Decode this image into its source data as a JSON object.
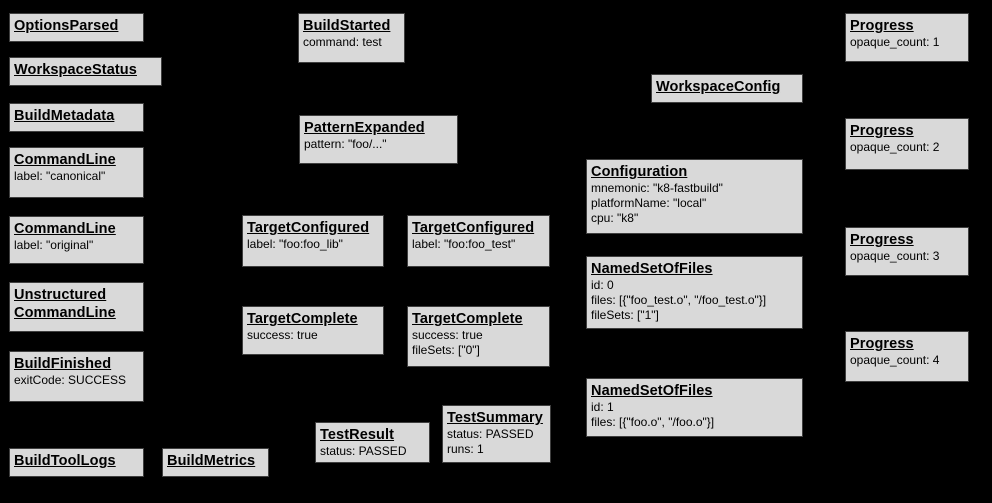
{
  "colors": {
    "background": "#000000",
    "box_fill": "#d9d9d9",
    "box_border": "#3f3f3f",
    "text": "#000000"
  },
  "nodes": [
    {
      "title": "OptionsParsed",
      "lines": []
    },
    {
      "title": "WorkspaceStatus",
      "lines": []
    },
    {
      "title": "BuildMetadata",
      "lines": []
    },
    {
      "title": "CommandLine",
      "lines": [
        "label: \"canonical\""
      ]
    },
    {
      "title": "CommandLine",
      "lines": [
        "label: \"original\""
      ]
    },
    {
      "title": "Unstructured\nCommandLine",
      "lines": []
    },
    {
      "title": "BuildFinished",
      "lines": [
        "exitCode: SUCCESS"
      ]
    },
    {
      "title": "BuildToolLogs",
      "lines": []
    },
    {
      "title": "BuildMetrics",
      "lines": []
    },
    {
      "title": "BuildStarted",
      "lines": [
        "command: test"
      ]
    },
    {
      "title": "PatternExpanded",
      "lines": [
        "pattern: \"foo/...\""
      ]
    },
    {
      "title": "TargetConfigured",
      "lines": [
        "label: \"foo:foo_lib\""
      ]
    },
    {
      "title": "TargetConfigured",
      "lines": [
        "label: \"foo:foo_test\""
      ]
    },
    {
      "title": "TargetComplete",
      "lines": [
        "success: true"
      ]
    },
    {
      "title": "TargetComplete",
      "lines": [
        "success: true",
        "fileSets: [\"0\"]"
      ]
    },
    {
      "title": "TestResult",
      "lines": [
        "status: PASSED"
      ]
    },
    {
      "title": "TestSummary",
      "lines": [
        "status: PASSED",
        "runs: 1"
      ]
    },
    {
      "title": "WorkspaceConfig",
      "lines": []
    },
    {
      "title": "Configuration",
      "lines": [
        "mnemonic: \"k8-fastbuild\"",
        "platformName: \"local\"",
        "cpu: \"k8\""
      ]
    },
    {
      "title": "NamedSetOfFiles",
      "lines": [
        "id: 0",
        "files: [{\"foo_test.o\", \"/foo_test.o\"}]",
        "fileSets: [\"1\"]"
      ]
    },
    {
      "title": "NamedSetOfFiles",
      "lines": [
        "id: 1",
        "files: [{\"foo.o\", \"/foo.o\"}]"
      ]
    },
    {
      "title": "Progress",
      "lines": [
        "opaque_count: 1"
      ]
    },
    {
      "title": "Progress",
      "lines": [
        "opaque_count: 2"
      ]
    },
    {
      "title": "Progress",
      "lines": [
        "opaque_count: 3"
      ]
    },
    {
      "title": "Progress",
      "lines": [
        "opaque_count: 4"
      ]
    }
  ]
}
